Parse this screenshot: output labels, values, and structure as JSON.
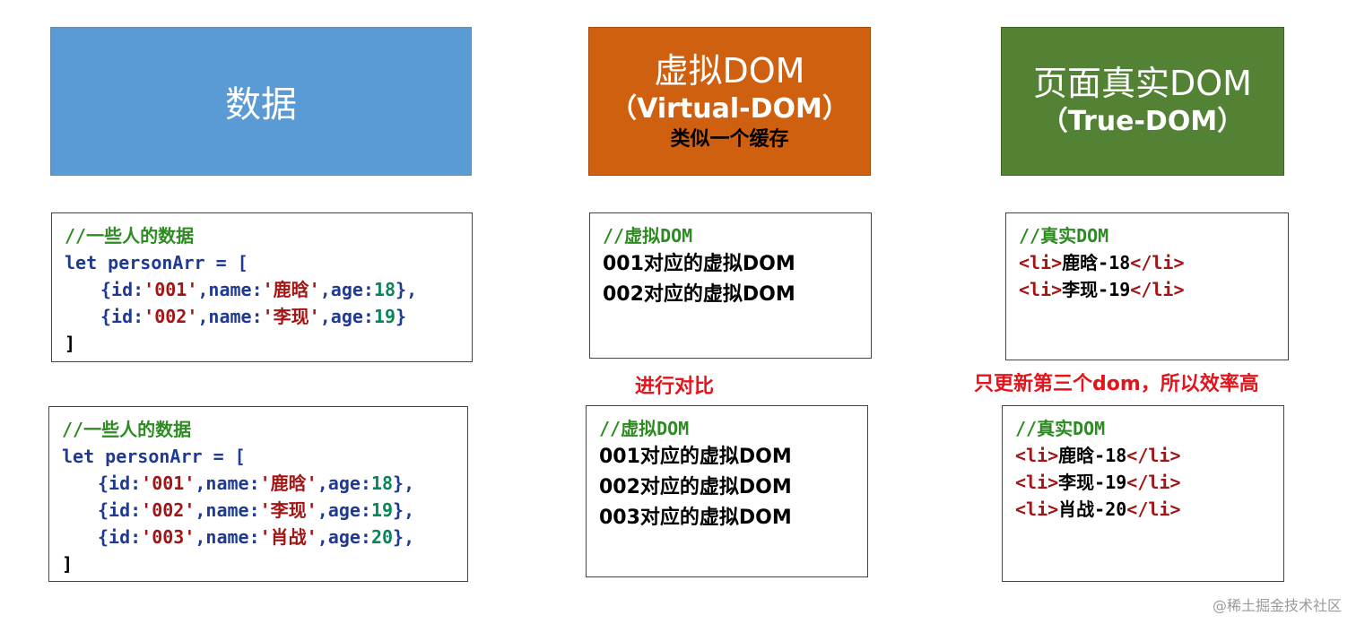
{
  "headers": {
    "data": {
      "label": "数据"
    },
    "virtual": {
      "line1": "虚拟DOM",
      "line2": "（Virtual-DOM）",
      "note": "类似一个缓存"
    },
    "true_dom": {
      "line1": "页面真实DOM",
      "line2": "（True-DOM）"
    }
  },
  "data_box_1": {
    "comment": "//一些人的数据",
    "decl": "let personArr = [",
    "rows": [
      {
        "id": "'001'",
        "name": "'鹿晗'",
        "age": "18",
        "end": "},"
      },
      {
        "id": "'002'",
        "name": "'李现'",
        "age": "19",
        "end": "}"
      }
    ],
    "close": "]"
  },
  "data_box_2": {
    "comment": "//一些人的数据",
    "decl": "let personArr = [",
    "rows": [
      {
        "id": "'001'",
        "name": "'鹿晗'",
        "age": "18",
        "end": "},"
      },
      {
        "id": "'002'",
        "name": "'李现'",
        "age": "19",
        "end": "},"
      },
      {
        "id": "'003'",
        "name": "'肖战'",
        "age": "20",
        "end": "},"
      }
    ],
    "close": "]"
  },
  "virtual_box_1": {
    "comment": "//虚拟DOM",
    "lines": [
      "001对应的虚拟DOM",
      "002对应的虚拟DOM"
    ]
  },
  "virtual_box_2": {
    "comment": "//虚拟DOM",
    "lines": [
      "001对应的虚拟DOM",
      "002对应的虚拟DOM",
      "003对应的虚拟DOM"
    ]
  },
  "true_box_1": {
    "comment": "//真实DOM",
    "items": [
      "鹿晗-18",
      "李现-19"
    ]
  },
  "true_box_2": {
    "comment": "//真实DOM",
    "items": [
      "鹿晗-18",
      "李现-19",
      "肖战-20"
    ]
  },
  "notes": {
    "compare": "进行对比",
    "update": "只更新第三个dom，所以效率高"
  },
  "watermark": "@稀土掘金技术社区",
  "code_tokens": {
    "open_brace": "{",
    "id_key": "id:",
    "name_key": ",name:",
    "age_key": ",age:",
    "li_open": "<li>",
    "li_close": "</li>"
  },
  "colors": {
    "data_header": "#5b9bd5",
    "virtual_header": "#cf6010",
    "true_header": "#548235",
    "comment": "#2e8b22",
    "string": "#a31515",
    "number": "#098658",
    "keyword": "#1f3a93",
    "note_red": "#e3141b"
  }
}
